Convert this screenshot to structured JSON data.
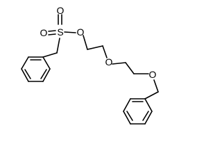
{
  "diagram": {
    "type": "chemical-structure",
    "line_color": "#000000",
    "background": "#ffffff",
    "atoms": {
      "sulfonyl_o_left": "O",
      "sulfur": "S",
      "sulfonyl_o_bottom": "O",
      "ester_o": "O",
      "ether_o_middle": "O",
      "ether_o_right": "O"
    }
  }
}
